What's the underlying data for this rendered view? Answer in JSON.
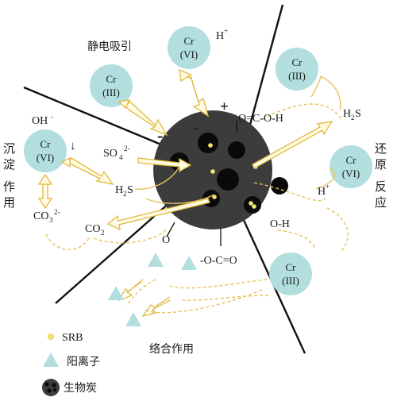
{
  "labels": {
    "electrostatic": "静电吸引",
    "reduction": [
      "还",
      "原",
      "反",
      "应"
    ],
    "precipitation": [
      "沉",
      "淀",
      "作",
      "用"
    ],
    "complexation": "络合作用",
    "oh_minus": "OH",
    "oh_minus_sup": "-",
    "h_plus_top": "H",
    "h_plus_right": "H",
    "plus_sup": "+",
    "so4": "SO",
    "so4_sub": "4",
    "so4_sup": "2-",
    "h2s_left": "H",
    "h2s_left_sub": "2",
    "h2s_left_tail": "S",
    "h2s_right": "H",
    "h2s_right_sub": "2",
    "h2s_right_tail": "S",
    "co3": "CO",
    "co3_sub": "3",
    "co3_sup": "2-",
    "co2": "CO",
    "co2_sub": "2",
    "cooh": "O=C-O-H",
    "oh_group": "O-H",
    "ococ": "-O-C=O",
    "o_bottom": "O",
    "plus_charge": "+",
    "minus_left": "-",
    "minus_top": "-",
    "down_arrow": "↓"
  },
  "ions": {
    "top_crvi": {
      "l1": "Cr",
      "l2": "(VI)"
    },
    "upper_left_criii": {
      "l1": "Cr",
      "l2": "(III)"
    },
    "left_crvi": {
      "l1": "Cr",
      "l2": "(VI)"
    },
    "upper_right_criii": {
      "l1": "Cr",
      "l2": "(III)"
    },
    "right_crvi": {
      "l1": "Cr",
      "l2": "(VI)"
    },
    "lower_right_criii": {
      "l1": "Cr",
      "l2": "(III)"
    }
  },
  "legend": {
    "srb": "SRB",
    "cation": "阳离子",
    "biochar": "生物炭"
  },
  "colors": {
    "ion_fill": "#b2dede",
    "biochar": "#3c3c3c",
    "pore": "#0a0a0a",
    "srb": "#f2ea6e",
    "arrow_gold": "#e0b93c"
  }
}
